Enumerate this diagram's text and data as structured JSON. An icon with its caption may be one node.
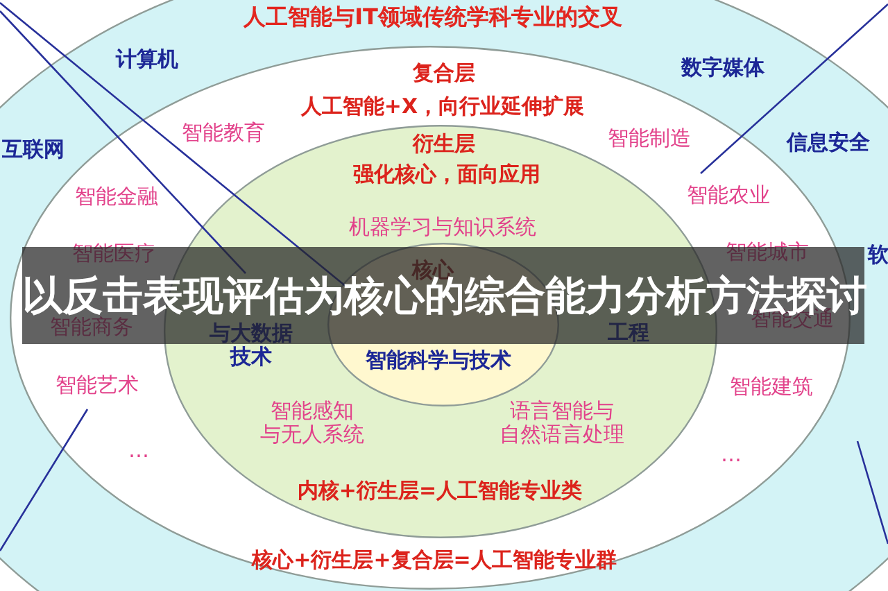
{
  "diagram": {
    "title": "以反击表现评估为核心的综合能力分析方法探讨",
    "nodes": [
      {
        "text": [
          "人工智能与IT领域传统学科专业的交叉",
          "计算机",
          "数字媒体",
          "互联网",
          "信息安全",
          "软"
        ]
      },
      {
        "text": [
          "复合层",
          "人工智能+X，向行业延伸扩展",
          "智能教育",
          "智能制造",
          "智能金融",
          "智能农业",
          "智能医疗",
          "智能城市",
          "智能商务",
          "智能交通",
          "智能艺术",
          "智能建筑",
          "…",
          "…",
          "核心+衍生层+复合层=人工智能专业群"
        ],
        "in": 0
      },
      {
        "text": [
          "衍生层",
          "强化核心，面向应用",
          "机器学习与知识系统",
          "与大数据技术",
          "工程",
          "智能感知与无人系统",
          "语言智能与自然语言处理",
          "内核+衍生层=人工智能专业类"
        ],
        "in": 1
      },
      {
        "text": [
          "核心",
          "智能科学与技术"
        ],
        "in": 2
      }
    ],
    "edges": [
      {
        "from": null,
        "to": 2,
        "arrow": "none"
      },
      {
        "from": null,
        "to": 3,
        "arrow": "none"
      },
      {
        "from": null,
        "to": 1,
        "arrow": "none"
      },
      {
        "from": null,
        "to": 1,
        "arrow": "none"
      },
      {
        "from": null,
        "to": 0,
        "arrow": "none"
      }
    ]
  }
}
